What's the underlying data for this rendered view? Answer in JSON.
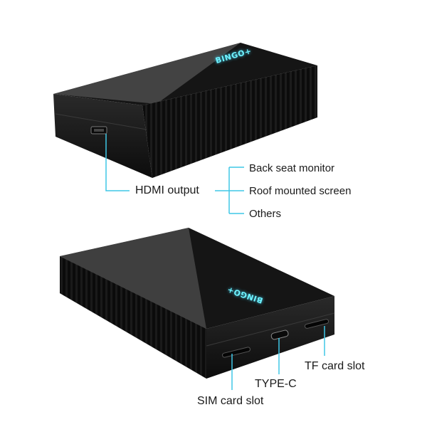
{
  "product": {
    "brand_logo": "BINGO+",
    "accent_color": "#3fc7e6",
    "logo_color": "#6ff3ff",
    "body_color": "#141414"
  },
  "top_callouts": {
    "hdmi_output": "HDMI output",
    "uses": [
      "Back seat monitor",
      "Roof mounted screen",
      "Others"
    ]
  },
  "bottom_callouts": {
    "tf_card_slot": "TF card slot",
    "type_c": "TYPE-C",
    "sim_card_slot": "SIM card slot"
  }
}
